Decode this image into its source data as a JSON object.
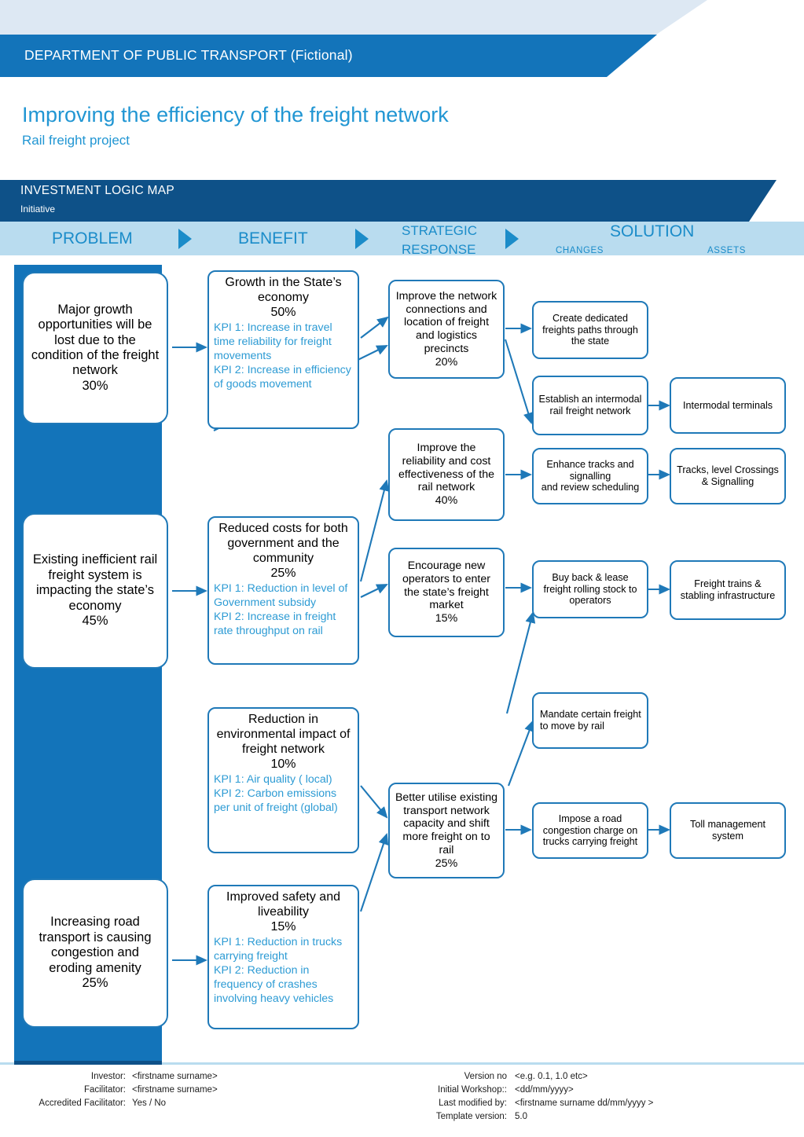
{
  "header": {
    "department": "DEPARTMENT OF PUBLIC TRANSPORT  (Fictional)",
    "title": "Improving the efficiency of the freight network",
    "subtitle": "Rail freight project"
  },
  "ilm": {
    "band_title": "INVESTMENT LOGIC MAP",
    "band_subtitle": "Initiative",
    "columns": {
      "problem": "PROBLEM",
      "benefit": "BENEFIT",
      "strategic_response_line1": "STRATEGIC",
      "strategic_response_line2": "RESPONSE",
      "solution": "SOLUTION",
      "changes": "CHANGES",
      "assets": "ASSETS"
    }
  },
  "problems": [
    {
      "text": "Major growth opportunities will be lost due to the condition of the freight network",
      "weight": "30%"
    },
    {
      "text": "Existing inefficient rail freight system is impacting the state’s economy",
      "weight": "45%"
    },
    {
      "text": "Increasing road transport is causing congestion and eroding amenity",
      "weight": "25%"
    }
  ],
  "benefits": [
    {
      "text": "Growth in the State’s economy",
      "weight": "50%",
      "kpis": [
        "KPI 1: Increase in travel time reliability for freight movements",
        "KPI 2: Increase in efficiency of goods movement"
      ]
    },
    {
      "text": "Reduced costs for both government and the community",
      "weight": "25%",
      "kpis": [
        "KPI 1: Reduction in level of Government subsidy",
        "KPI 2: Increase in freight rate throughput on rail"
      ]
    },
    {
      "text": "Reduction in environmental impact of freight network",
      "weight": "10%",
      "kpis": [
        "KPI 1: Air quality ( local)",
        "KPI 2: Carbon emissions per unit of freight (global)"
      ]
    },
    {
      "text": "Improved safety and liveability",
      "weight": "15%",
      "kpis": [
        "KPI 1:  Reduction in trucks carrying freight",
        "KPI 2: Reduction in frequency of crashes involving heavy vehicles"
      ]
    }
  ],
  "strategic_responses": [
    {
      "text": "Improve the network connections and location of freight and logistics precincts",
      "weight": "20%"
    },
    {
      "text": "Improve the reliability and cost effectiveness of the rail network",
      "weight": "40%"
    },
    {
      "text": "Encourage new operators to enter the state’s freight market",
      "weight": "15%"
    },
    {
      "text": "Better utilise existing  transport network capacity and shift more freight on to rail",
      "weight": "25%"
    }
  ],
  "changes": [
    {
      "text": "Create dedicated freights paths through the state"
    },
    {
      "text": "Establish an intermodal rail freight network"
    },
    {
      "text": "Enhance tracks and signalling\nand  review scheduling"
    },
    {
      "text": "Buy back & lease freight rolling stock to operators"
    },
    {
      "text": "Mandate certain freight to move by rail"
    },
    {
      "text": "Impose a road congestion charge on trucks carrying freight"
    }
  ],
  "assets": [
    {
      "text": "Intermodal terminals"
    },
    {
      "text": "Tracks, level Crossings & Signalling"
    },
    {
      "text": "Freight trains & stabling infrastructure"
    },
    {
      "text": "Toll  management system"
    }
  ],
  "footer": {
    "left": [
      {
        "label": "Investor:",
        "value": "<firstname surname>"
      },
      {
        "label": "Facilitator:",
        "value": "<firstname surname>"
      },
      {
        "label": "Accredited Facilitator:",
        "value": "Yes / No"
      }
    ],
    "right": [
      {
        "label": "Version no",
        "value": "<e.g. 0.1, 1.0 etc>"
      },
      {
        "label": "Initial Workshop::",
        "value": "<dd/mm/yyyy>"
      },
      {
        "label": "Last modified by:",
        "value": "<firstname surname dd/mm/yyyy >"
      },
      {
        "label": "Template version:",
        "value": "5.0"
      }
    ]
  },
  "colors": {
    "brand_dark": "#0e5188",
    "brand_mid": "#1374ba",
    "brand_light": "#b9dcef",
    "accent_text": "#2196d3",
    "kpi_text": "#2d9bd4",
    "box_border": "#1f79b8"
  }
}
